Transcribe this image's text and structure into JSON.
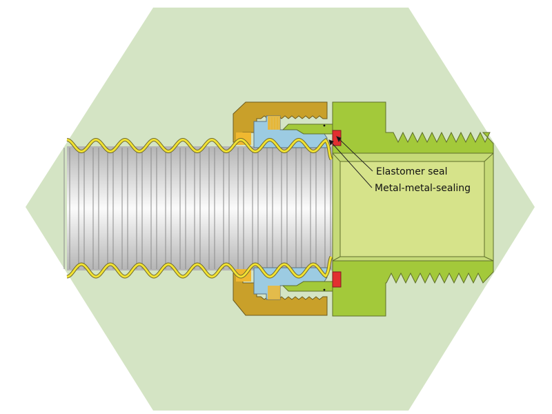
{
  "diagram": {
    "title": "Corrugated hose fitting cross-section",
    "labels": {
      "elastomer_seal": "Elastomer seal",
      "metal_metal_sealing": "Metal-metal-sealing"
    },
    "parts": {
      "background": "hexagon",
      "hose": "corrugated-metal-hose",
      "jacket": "yellow-hose-jacket",
      "nut": "union-nut",
      "sleeve": "clamping-sleeve",
      "body": "threaded-fitting-body",
      "seal": "elastomer-seal"
    },
    "colors": {
      "hexagon": "#d4e4c4",
      "hose_light": "#fafafa",
      "hose_dark": "#b8b8b8",
      "corrugation_line": "#8a8a8a",
      "jacket": "#f2e233",
      "jacket_edge": "#6f6a2a",
      "nut": "#c9a02a",
      "nut_light": "#f0b830",
      "sleeve": "#9ccbe2",
      "body": "#a3c93a",
      "bore": "#d6e38a",
      "bore_chamfer": "#c6da78",
      "seal": "#e23030",
      "outline": "#5a5a3a",
      "leader": "#222222"
    }
  }
}
